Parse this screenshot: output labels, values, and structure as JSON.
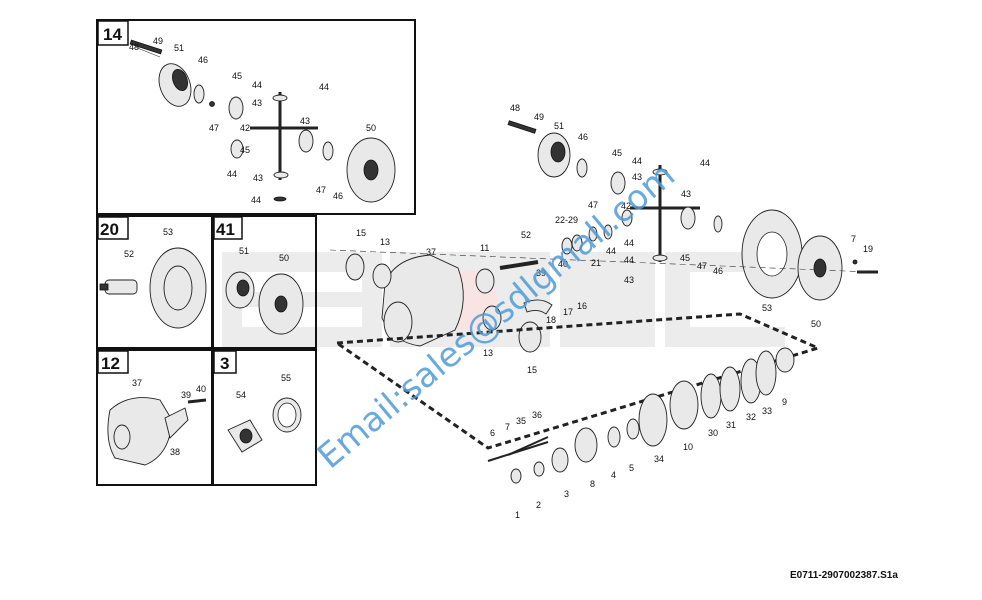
{
  "figure": {
    "reference_code": "E0711-2907002387.S1a",
    "watermark": "Email:sales@sdlgmall.com",
    "background_logo": "SDLG"
  },
  "inset_boxes": [
    {
      "id": "14",
      "labels": [
        "48",
        "49",
        "51",
        "46",
        "45",
        "44",
        "43",
        "44",
        "47",
        "42",
        "43",
        "50",
        "45",
        "44",
        "43",
        "47",
        "46",
        "44"
      ]
    },
    {
      "id": "20",
      "labels": [
        "53",
        "52"
      ]
    },
    {
      "id": "41",
      "labels": [
        "51",
        "50"
      ]
    },
    {
      "id": "12",
      "labels": [
        "37",
        "39",
        "40",
        "38"
      ]
    },
    {
      "id": "3",
      "labels": [
        "55",
        "54"
      ]
    }
  ],
  "main_labels": {
    "upper": [
      "48",
      "49",
      "51",
      "46",
      "45",
      "44",
      "43",
      "44",
      "47",
      "42",
      "43",
      "45",
      "44",
      "43",
      "47",
      "46",
      "44",
      "53",
      "50",
      "7",
      "19",
      "22-29",
      "52",
      "15",
      "13",
      "37",
      "11",
      "39",
      "40",
      "18",
      "17",
      "16",
      "21",
      "44",
      "13",
      "15"
    ],
    "lower": [
      "6",
      "7",
      "35",
      "36",
      "1",
      "2",
      "3",
      "8",
      "4",
      "5",
      "34",
      "10",
      "30",
      "31",
      "32",
      "33",
      "9"
    ]
  }
}
